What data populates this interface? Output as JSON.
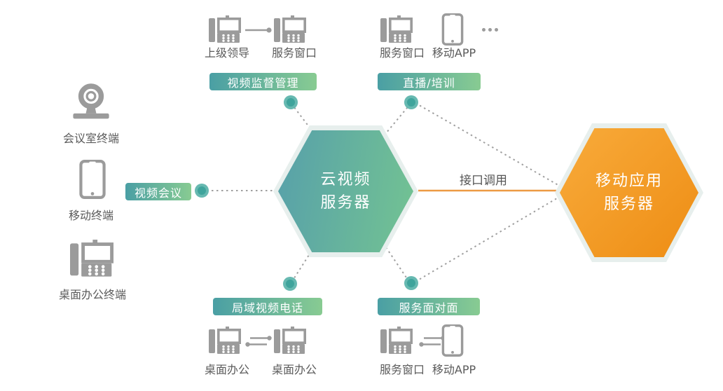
{
  "hexagons": {
    "cloud_video": {
      "line1": "云视频",
      "line2": "服务器",
      "gradient_start": "#57a0aa",
      "gradient_end": "#73c392"
    },
    "mobile_app": {
      "line1": "移动应用",
      "line2": "服务器",
      "gradient_start": "#f8ab3b",
      "gradient_end": "#ee8d14"
    }
  },
  "connector": {
    "label": "接口调用",
    "line_color": "#ed9a43"
  },
  "badges": {
    "video_supervision": "视频监督管理",
    "live_training": "直播/培训",
    "video_conference": "视频会议",
    "lan_video_call": "局域视频电话",
    "face_to_face": "服务面对面",
    "gradient_start": "#4a9fa4",
    "gradient_end": "#88cb92"
  },
  "device_labels": {
    "supervision_left": "上级领导",
    "supervision_right": "服务窗口",
    "training_left": "服务窗口",
    "training_right": "移动APP",
    "meeting_room_terminal": "会议室终端",
    "mobile_terminal": "移动终端",
    "desktop_terminal": "桌面办公终端",
    "lan_left": "桌面办公",
    "lan_right": "桌面办公",
    "f2f_left": "服务窗口",
    "f2f_right": "移动APP"
  },
  "colors": {
    "device_icon_gray": "#9b9b9b",
    "dotted_line_gray": "#a0a0a0",
    "node_dot_teal": "#3fa49c",
    "hex_border": "#e7efed"
  }
}
